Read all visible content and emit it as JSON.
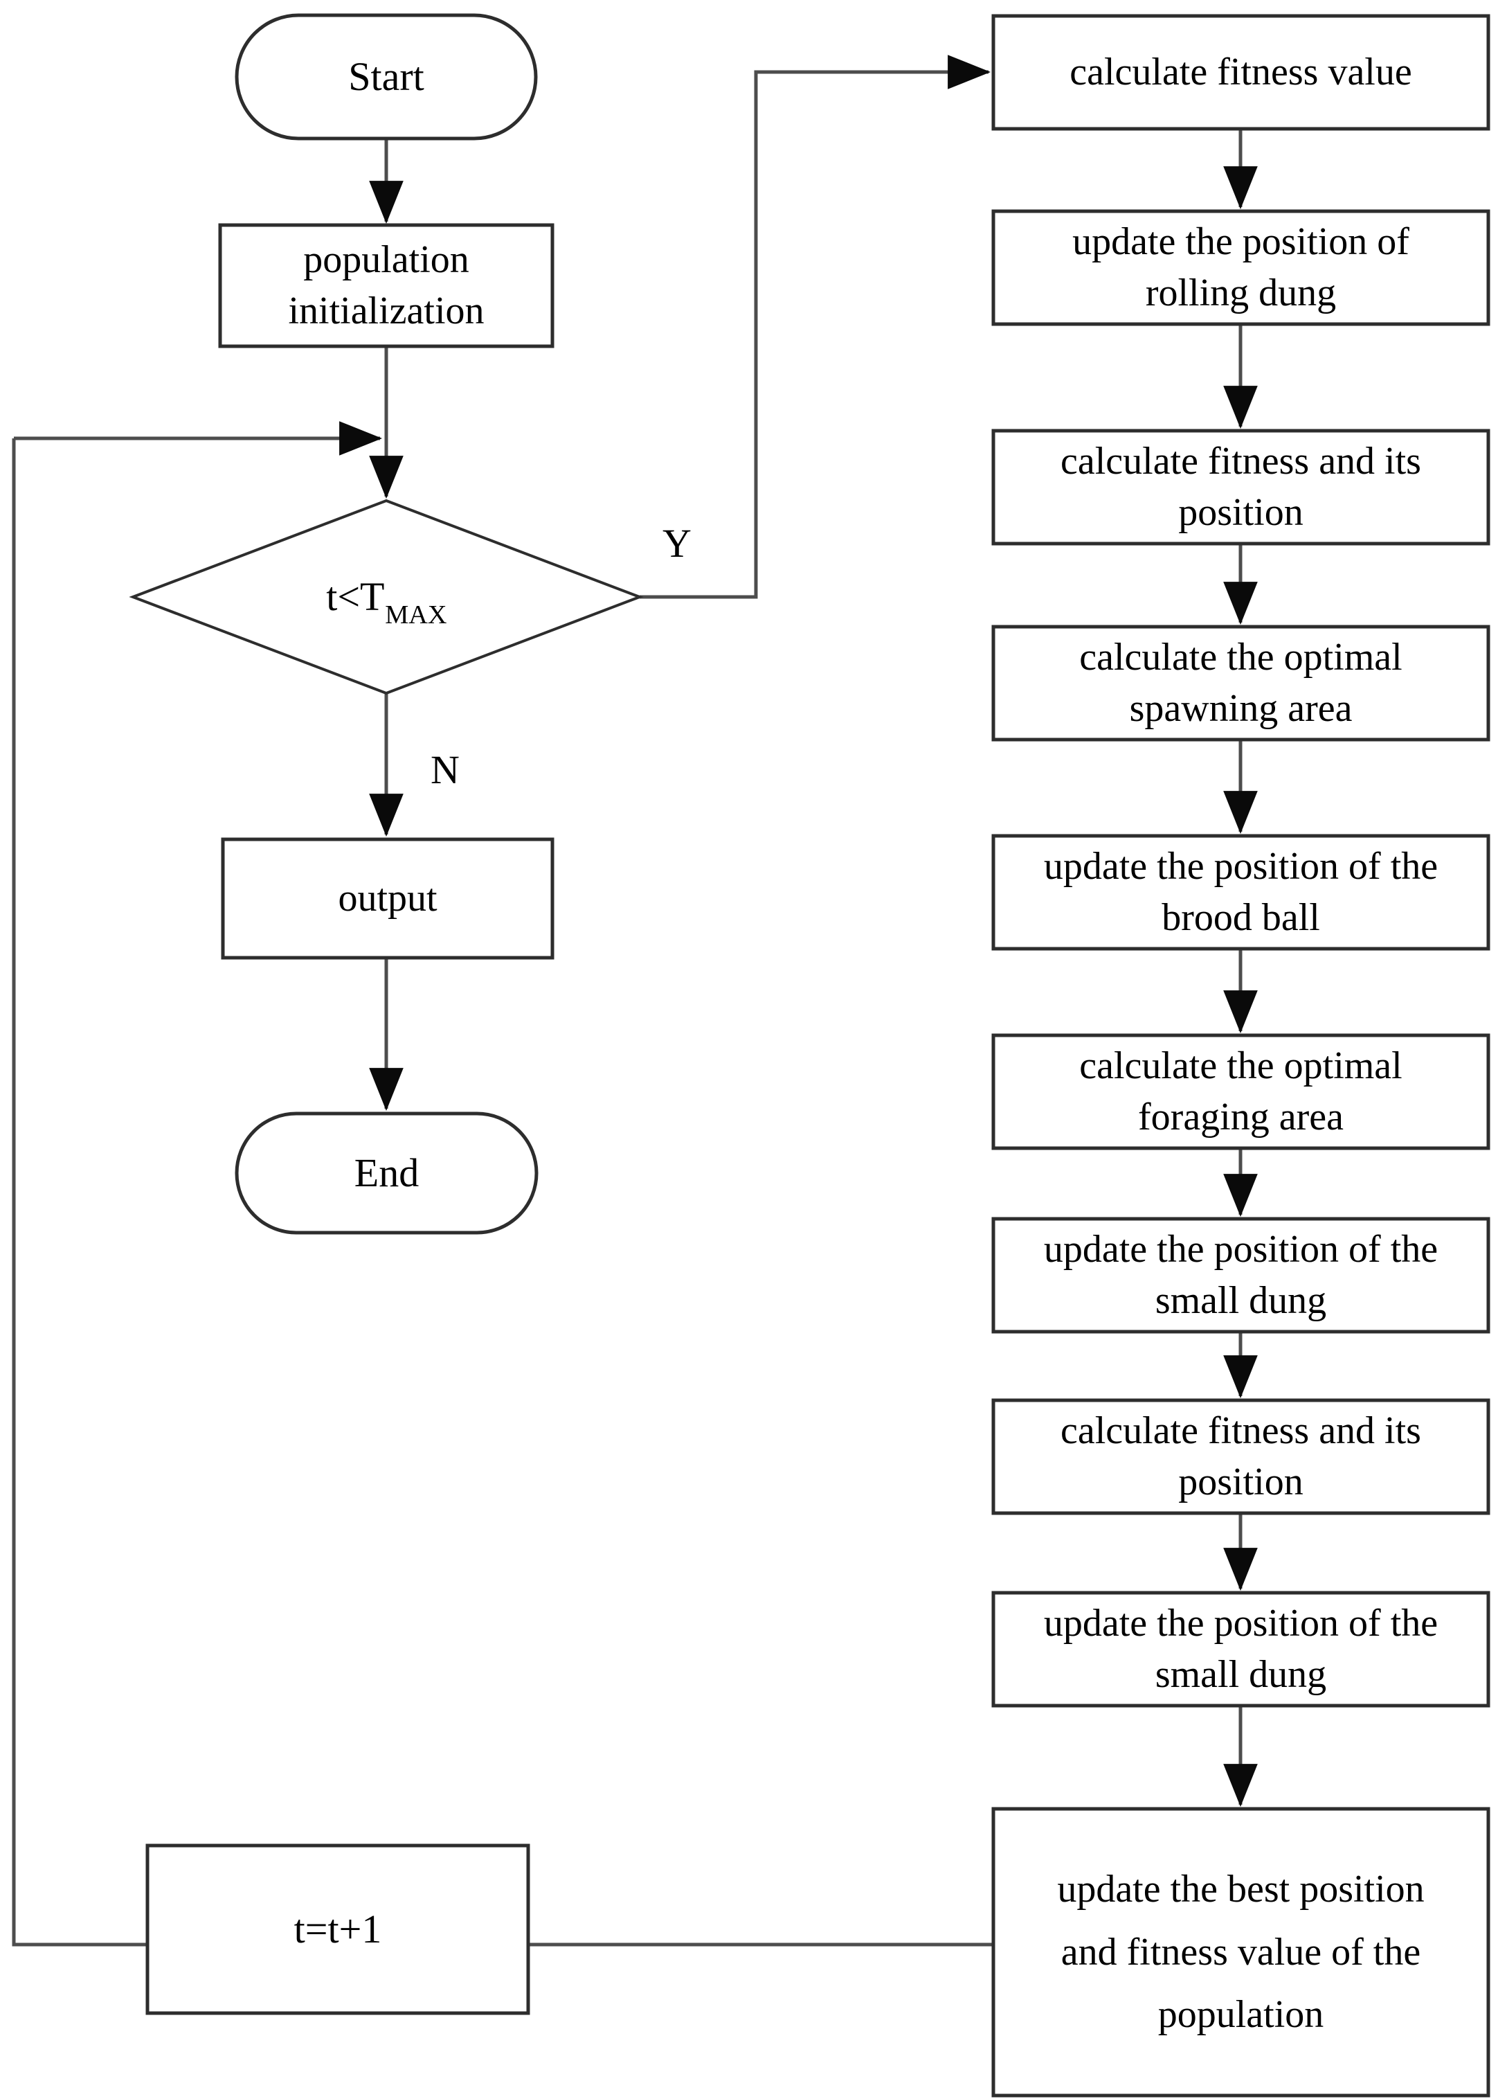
{
  "flowchart": {
    "start": {
      "label": "Start"
    },
    "population_init": {
      "label": "population initialization"
    },
    "decision": {
      "label_main": "t<T",
      "label_sub": "MAX",
      "branch_yes": "Y",
      "branch_no": "N"
    },
    "output": {
      "label": "output"
    },
    "end": {
      "label": "End"
    },
    "increment": {
      "label": "t=t+1"
    },
    "right_column": [
      "calculate fitness value",
      "update the position of rolling dung",
      "calculate fitness and its position",
      "calculate the optimal spawning area",
      "update the position of the brood ball",
      "calculate the optimal foraging area",
      "update the position of the small dung",
      "calculate fitness and its position",
      "update the position of the small dung",
      "update the best position and fitness value of the population"
    ],
    "colors": {
      "background": "#ffffff",
      "connector": "#4d4d4d",
      "shape_border": "#2d2d2d",
      "arrowhead": "#0a0a0a",
      "text": "#000000"
    }
  }
}
